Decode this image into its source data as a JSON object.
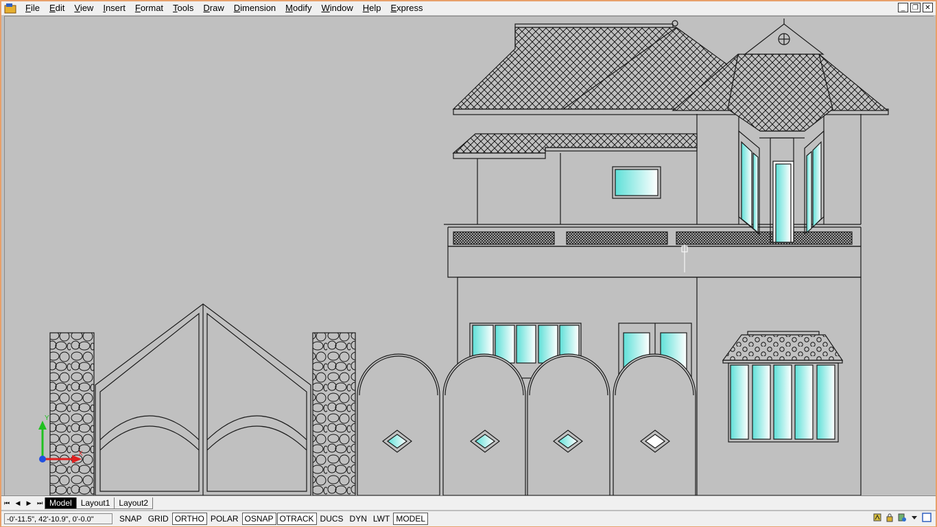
{
  "menu": {
    "items": [
      "File",
      "Edit",
      "View",
      "Insert",
      "Format",
      "Tools",
      "Draw",
      "Dimension",
      "Modify",
      "Window",
      "Help",
      "Express"
    ]
  },
  "window_controls": {
    "minimize": "_",
    "restore": "❐",
    "close": "✕"
  },
  "tabs": {
    "nav": [
      "⏮",
      "◀",
      "▶",
      "⏭"
    ],
    "items": [
      {
        "label": "Model",
        "active": true
      },
      {
        "label": "Layout1",
        "active": false
      },
      {
        "label": "Layout2",
        "active": false
      }
    ]
  },
  "status": {
    "coords": "-0'-11.5\", 42'-10.9\", 0'-0.0\"",
    "toggles": [
      {
        "label": "SNAP",
        "on": false
      },
      {
        "label": "GRID",
        "on": false
      },
      {
        "label": "ORTHO",
        "on": true
      },
      {
        "label": "POLAR",
        "on": false
      },
      {
        "label": "OSNAP",
        "on": true
      },
      {
        "label": "OTRACK",
        "on": true
      },
      {
        "label": "DUCS",
        "on": false
      },
      {
        "label": "DYN",
        "on": false
      },
      {
        "label": "LWT",
        "on": false
      },
      {
        "label": "MODEL",
        "on": true
      }
    ]
  },
  "ucs": {
    "x_label": "X",
    "y_label": "Y"
  },
  "colors": {
    "glass": "#7ee8e0",
    "line": "#1a1a1a",
    "canvas": "#c0c0c0",
    "x_axis": "#e02020",
    "y_axis": "#20c020"
  },
  "icons": [
    "app-icon",
    "communication-center-icon",
    "lock-icon",
    "tray-settings-icon",
    "clean-screen-icon"
  ]
}
